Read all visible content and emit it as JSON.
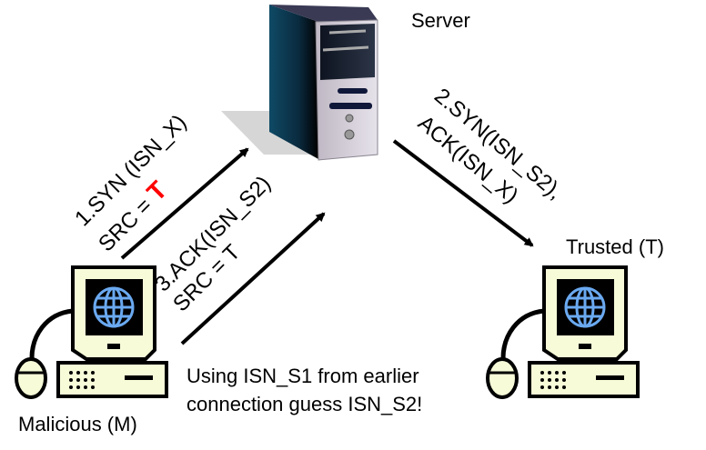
{
  "nodes": {
    "server": {
      "label": "Server"
    },
    "trusted": {
      "label": "Trusted (T)"
    },
    "malicious": {
      "label": "Malicious (M)"
    }
  },
  "messages": {
    "step1": {
      "line1": "1.SYN (ISN_X)",
      "line2_prefix": "SRC = ",
      "line2_highlight": "T",
      "highlight_color": "#ff0000"
    },
    "step2": {
      "line1": "2.SYN(ISN_S2),",
      "line2": "ACK(ISN_X)"
    },
    "step3": {
      "line1": "3.ACK(ISN_S2)",
      "line2": "SRC = T"
    }
  },
  "note": {
    "line1": "Using ISN_S1 from earlier",
    "line2": "connection guess ISN_S2!"
  },
  "colors": {
    "computer_body": "#f7fbd8",
    "globe": "#6aa9f0",
    "server_side": "#0b3c55",
    "server_front": "#d8d4dc"
  }
}
